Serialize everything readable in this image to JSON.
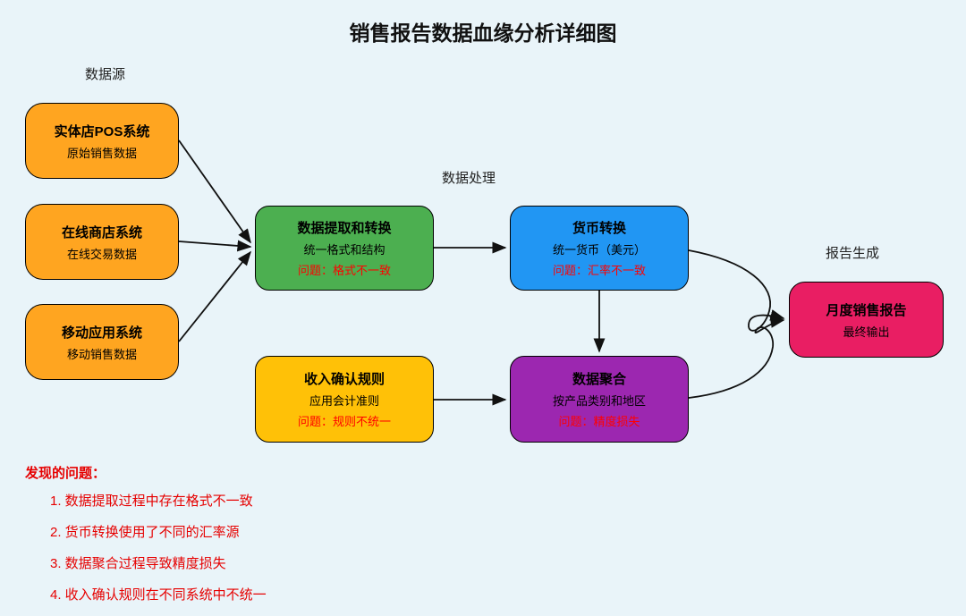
{
  "title": "销售报告数据血缘分析详细图",
  "sections": {
    "sources": "数据源",
    "processing": "数据处理",
    "report": "报告生成"
  },
  "colors": {
    "background": "#e9f4f9",
    "source_orange": "#FFA520",
    "transform_green": "#4CAF50",
    "currency_blue": "#2196F3",
    "rules_yellow": "#FFC107",
    "aggregate_purple": "#9C27B0",
    "report_pink": "#E91E63",
    "issue_red": "#FF0000"
  },
  "nodes": [
    {
      "id": "pos-system",
      "title": "实体店POS系统",
      "subtitle": "原始销售数据",
      "color": "#FFA520"
    },
    {
      "id": "online-store",
      "title": "在线商店系统",
      "subtitle": "在线交易数据",
      "color": "#FFA520"
    },
    {
      "id": "mobile-app",
      "title": "移动应用系统",
      "subtitle": "移动销售数据",
      "color": "#FFA520"
    },
    {
      "id": "extract-transform",
      "title": "数据提取和转换",
      "subtitle": "统一格式和结构",
      "issue": "问题：格式不一致",
      "color": "#4CAF50"
    },
    {
      "id": "currency-convert",
      "title": "货币转换",
      "subtitle": "统一货币（美元）",
      "issue": "问题：汇率不一致",
      "color": "#2196F3"
    },
    {
      "id": "revenue-rules",
      "title": "收入确认规则",
      "subtitle": "应用会计准则",
      "issue": "问题：规则不统一",
      "color": "#FFC107"
    },
    {
      "id": "data-aggregate",
      "title": "数据聚合",
      "subtitle": "按产品类别和地区",
      "issue": "问题：精度损失",
      "color": "#9C27B0"
    },
    {
      "id": "monthly-report",
      "title": "月度销售报告",
      "subtitle": "最终输出",
      "color": "#E91E63"
    }
  ],
  "issues": {
    "heading": "发现的问题：",
    "items": [
      "1. 数据提取过程中存在格式不一致",
      "2. 货币转换使用了不同的汇率源",
      "3. 数据聚合过程导致精度损失",
      "4. 收入确认规则在不同系统中不统一"
    ]
  }
}
